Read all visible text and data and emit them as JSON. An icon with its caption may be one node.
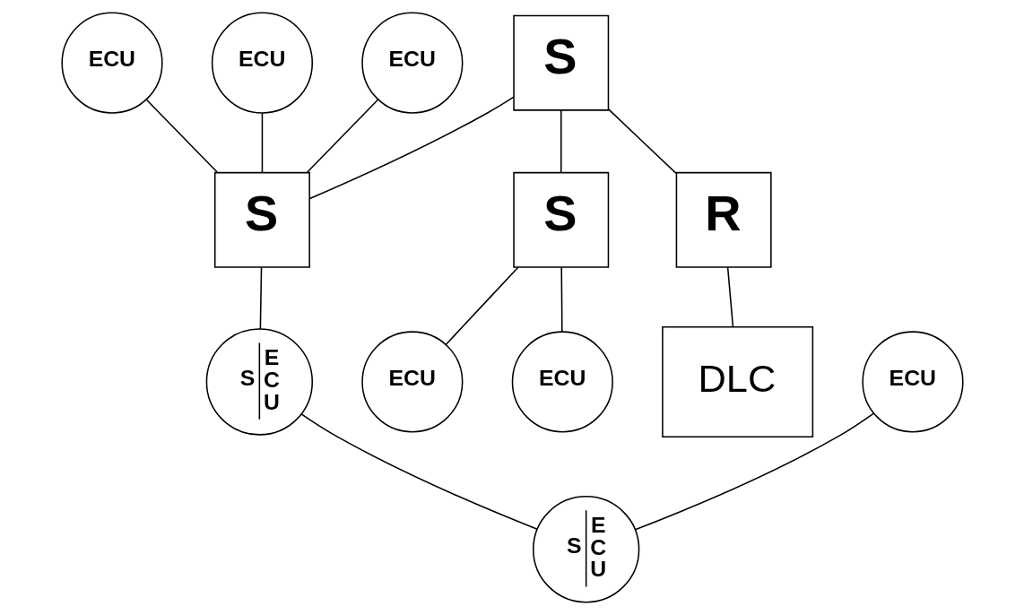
{
  "diagram": {
    "nodes": [
      {
        "text": [
          "S"
        ]
      },
      {
        "text": [
          "ECU"
        ]
      },
      {
        "text": [
          "S"
        ]
      },
      {
        "text": [
          "S"
        ]
      },
      {
        "text": [
          "R"
        ]
      },
      {
        "text": [
          "DLC"
        ]
      },
      {
        "text": [
          "ECU"
        ]
      },
      {
        "text": [
          "ECU"
        ]
      },
      {
        "text": [
          "S",
          "E C U"
        ]
      },
      {
        "text": [
          "ECU"
        ]
      },
      {
        "text": [
          "ECU"
        ]
      },
      {
        "text": [
          "ECU"
        ]
      },
      {
        "text": [
          "S",
          "E C U"
        ]
      }
    ],
    "edges": [
      {
        "from": 0,
        "to": 2,
        "arrow": "none"
      },
      {
        "from": 0,
        "to": 3,
        "arrow": "none"
      },
      {
        "from": 0,
        "to": 4,
        "arrow": "none"
      },
      {
        "from": 4,
        "to": 5,
        "arrow": "none"
      },
      {
        "from": 1,
        "to": 2,
        "arrow": "none"
      },
      {
        "from": 6,
        "to": 2,
        "arrow": "none"
      },
      {
        "from": 7,
        "to": 2,
        "arrow": "none"
      },
      {
        "from": 2,
        "to": 8,
        "arrow": "none"
      },
      {
        "from": 3,
        "to": 9,
        "arrow": "none"
      },
      {
        "from": 3,
        "to": 10,
        "arrow": "none"
      },
      {
        "from": 8,
        "to": 12,
        "arrow": "none"
      },
      {
        "from": 11,
        "to": 12,
        "arrow": "none"
      }
    ]
  }
}
